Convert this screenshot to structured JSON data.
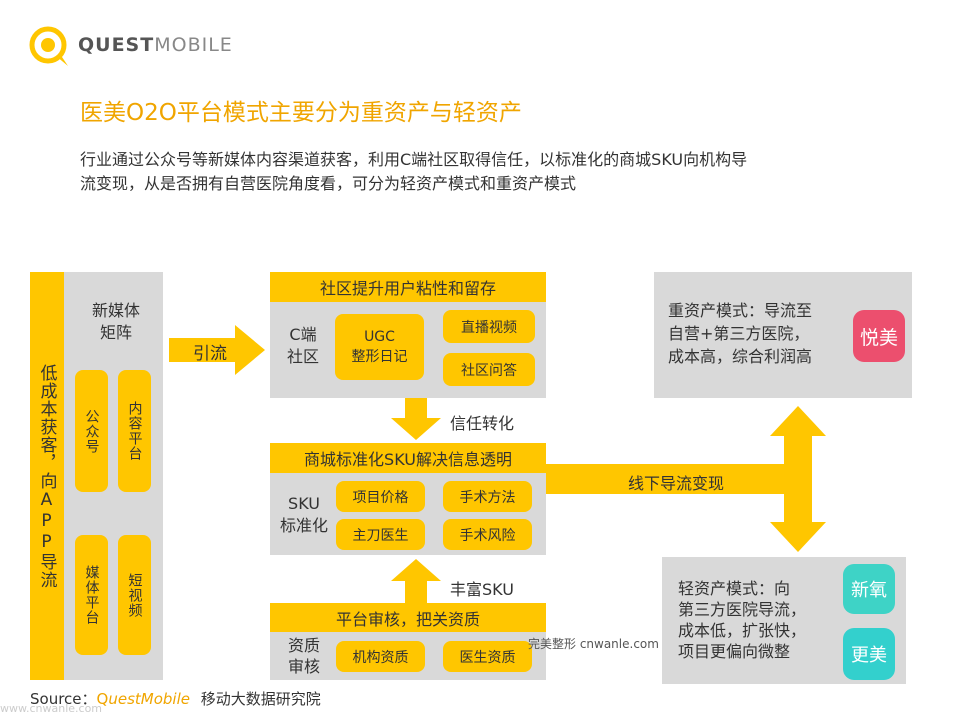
{
  "brand": {
    "name_bold": "QUEST",
    "name_light": "MOBILE"
  },
  "title": "医美O2O平台模式主要分为重资产与轻资产",
  "subtitle_line1": "行业通过公众号等新媒体内容渠道获客，利用C端社区取得信任，以标准化的商城SKU向机构导",
  "subtitle_line2": "流变现，从是否拥有自营医院角度看，可分为轻资产模式和重资产模式",
  "left_panel": {
    "vertical_title": "低成本获客，向APP导流",
    "media_label_line1": "新媒体",
    "media_label_line2": "矩阵",
    "tiles": [
      "公众号",
      "内容平台",
      "媒体平台",
      "短视频"
    ]
  },
  "arrow_traffic": "引流",
  "community": {
    "header": "社区提升用户粘性和留存",
    "side_label_line1": "C端",
    "side_label_line2": "社区",
    "ugc_line1": "UGC",
    "ugc_line2": "整形日记",
    "items": [
      "直播视频",
      "社区问答"
    ]
  },
  "arrow_trust": "信任转化",
  "sku": {
    "header": "商城标准化SKU解决信息透明",
    "side_label_line1": "SKU",
    "side_label_line2": "标准化",
    "items": [
      "项目价格",
      "手术方法",
      "主刀医生",
      "手术风险"
    ]
  },
  "arrow_rich_sku": "丰富SKU",
  "audit": {
    "header": "平台审核，把关资质",
    "side_label_line1": "资质",
    "side_label_line2": "审核",
    "items": [
      "机构资质",
      "医生资质"
    ]
  },
  "arrow_offline": "线下导流变现",
  "heavy_model": {
    "lines": [
      "重资产模式：导流至",
      "自营+第三方医院，",
      "成本高，综合利润高"
    ],
    "app_icon_label": "悦美",
    "app_icon_color": "#ec4f6e"
  },
  "light_model": {
    "lines": [
      "轻资产模式：向",
      "第三方医院导流，",
      "成本低，扩张快，",
      "项目更偏向微整"
    ],
    "app_icons": [
      {
        "label": "新氧",
        "color": "#3ed3c6"
      },
      {
        "label": "更美",
        "color": "#33d0cd"
      }
    ]
  },
  "watermark": "完美整形 cnwanle.com",
  "source": {
    "prefix": "Source：",
    "brand_q": "Q",
    "brand_rest": "uestMobile",
    "suffix": "移动大数据研究院"
  },
  "footer_watermark": "www.cnwanle.com",
  "colors": {
    "accent": "#ffc600",
    "title": "#f0a500",
    "panel": "#d9d9d9"
  }
}
